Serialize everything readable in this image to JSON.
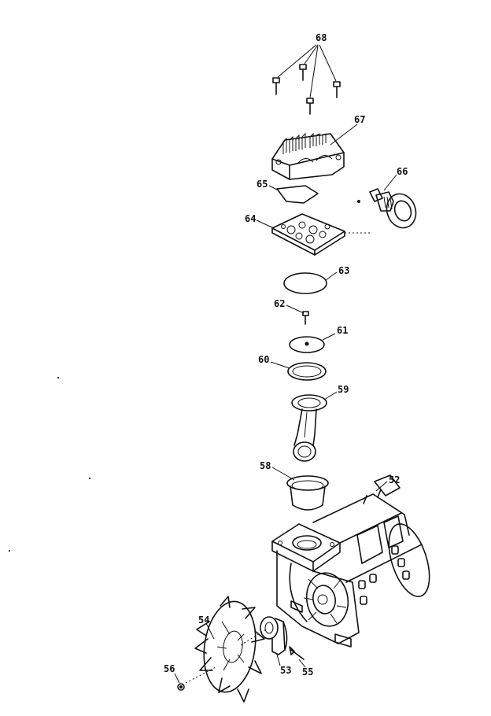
{
  "callouts": {
    "c68": "68",
    "c67": "67",
    "c66": "66",
    "c65": "65",
    "c64": "64",
    "c63": "63",
    "c62": "62",
    "c61": "61",
    "c60": "60",
    "c59": "59",
    "c58": "58",
    "c52": "52",
    "c54": "54",
    "c53": "53",
    "c55": "55",
    "c56": "56"
  }
}
